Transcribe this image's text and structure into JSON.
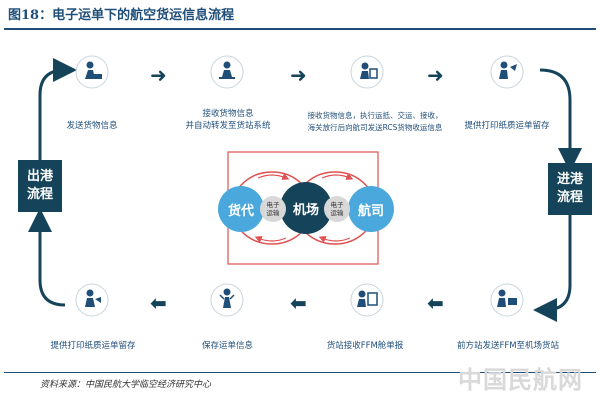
{
  "title": "图18：电子运单下的航空货运信息流程",
  "source": "资料来源：中国民航大学临空经济研究中心",
  "watermark": "中国民航网",
  "side_left": "出港\n流程",
  "side_right": "进港\n流程",
  "top_steps": [
    "发送货物信息",
    "接收货物信息\n并自动转发至货站系统",
    "接收货物信息，执行运抵、交运、接收，\n海关放行后向航司发送RCS货物收运信息",
    "提供打印纸质运单留存"
  ],
  "bottom_steps": [
    "提供打印纸质运单留存",
    "保存运单信息",
    "货站接收FFM舱单报",
    "前方站发送FFM至机场货站"
  ],
  "center": {
    "left": "货代",
    "middle": "机场",
    "right": "航司",
    "small_left": "电子\n运输",
    "small_right": "电子\n运输"
  },
  "colors": {
    "dark": "#14435a",
    "light_blue": "#4aa8dc",
    "red_frame": "#e05050"
  }
}
